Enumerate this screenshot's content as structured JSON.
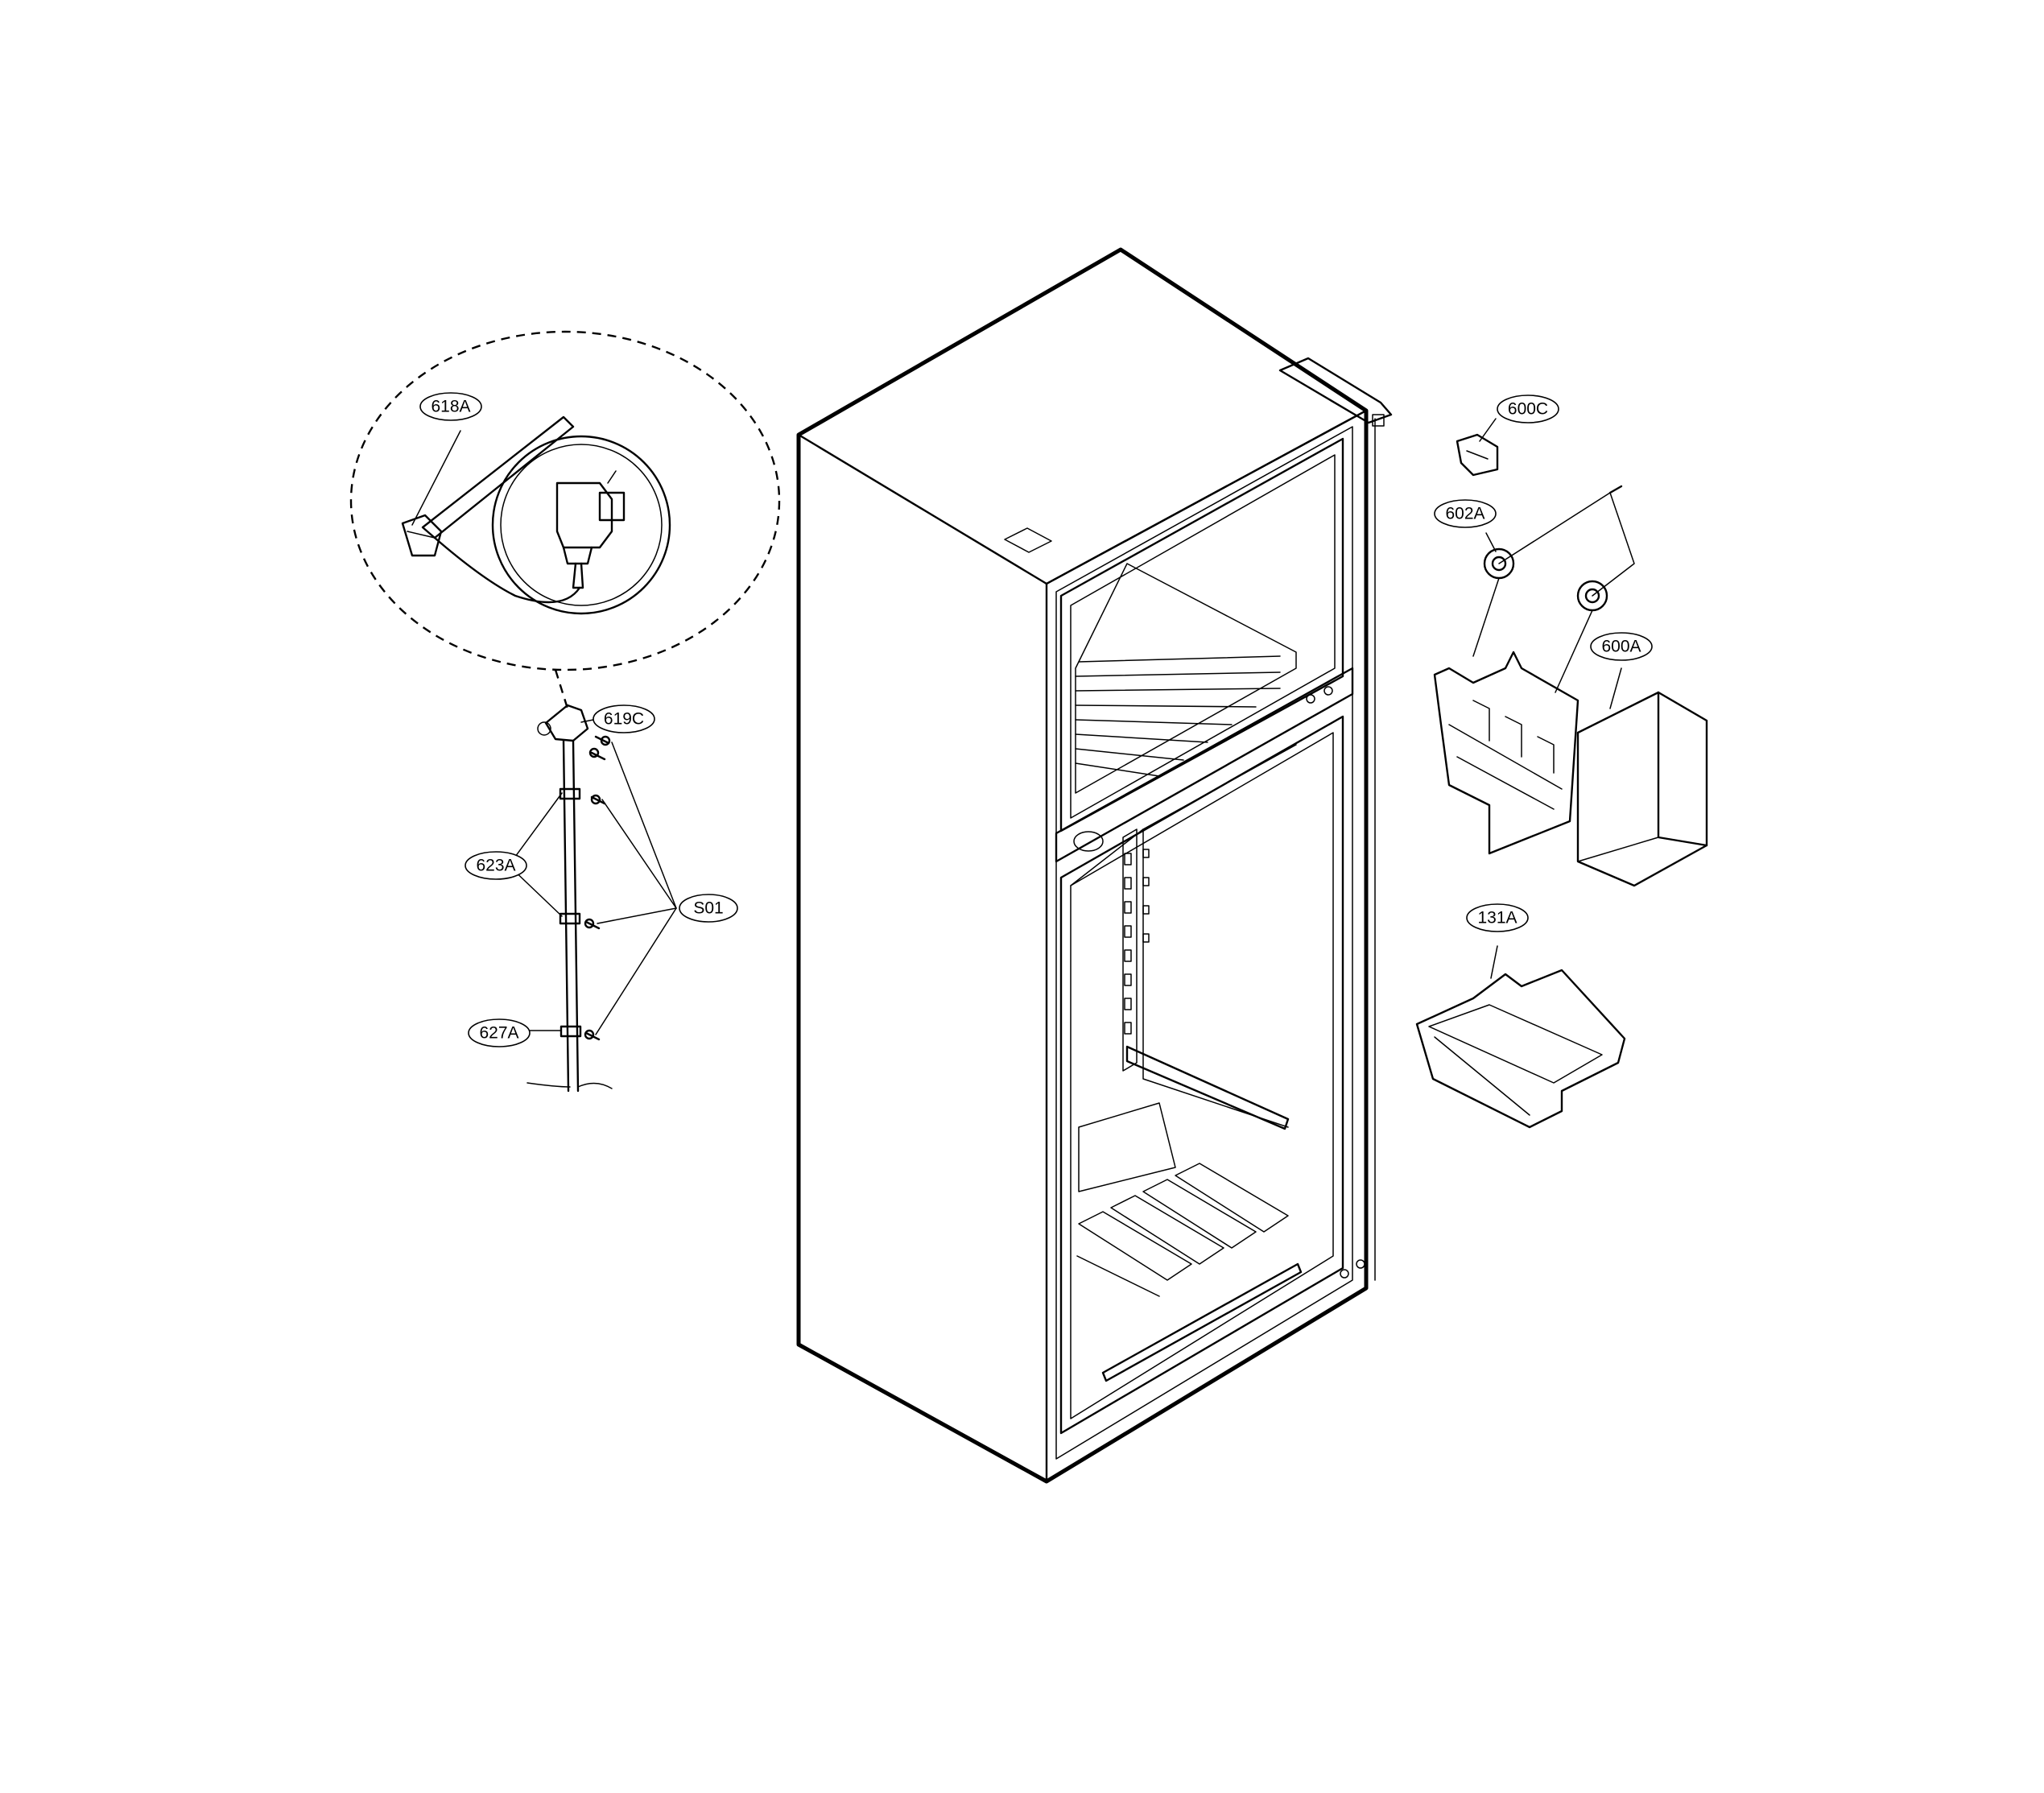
{
  "callouts": {
    "c618A": "618A",
    "c619C": "619C",
    "c623A": "623A",
    "c627A": "627A",
    "cS01": "S01",
    "c600C": "600C",
    "c602A": "602A",
    "c600A": "600A",
    "c131A": "131A"
  }
}
